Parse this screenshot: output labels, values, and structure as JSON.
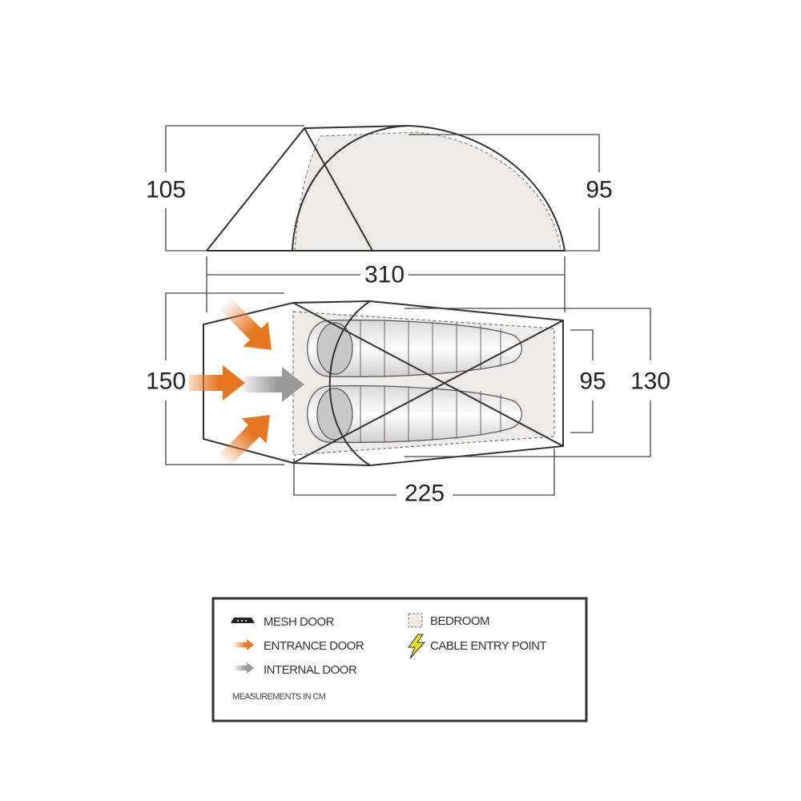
{
  "side_view": {
    "height_front": "105",
    "height_rear": "95",
    "length": "310"
  },
  "plan_view": {
    "width_front": "150",
    "width_rear": "130",
    "inner_width": "95",
    "inner_length": "225"
  },
  "legend": {
    "items": [
      {
        "icon": "mesh-door-icon",
        "label": "MESH DOOR"
      },
      {
        "icon": "entrance-arrow-icon",
        "label": "ENTRANCE DOOR",
        "color": "#e87722"
      },
      {
        "icon": "internal-arrow-icon",
        "label": "INTERNAL DOOR",
        "color": "#9a9a9a"
      },
      {
        "icon": "bedroom-icon",
        "label": "BEDROOM"
      },
      {
        "icon": "lightning-icon",
        "label": "CABLE ENTRY POINT",
        "color": "#e8e020"
      }
    ],
    "note": "MEASUREMENTS IN CM"
  }
}
